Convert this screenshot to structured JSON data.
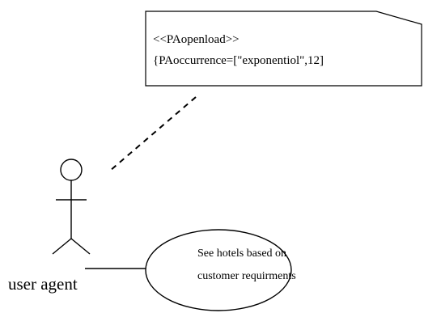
{
  "note": {
    "stereotype": "<<PAopenload>>",
    "tagged_value": "{PAoccurrence=[\"exponentiol\",12]"
  },
  "actor": {
    "label": "user agent"
  },
  "use_case": {
    "line1": "See hotels based on",
    "line2": "customer requirments"
  },
  "colors": {
    "stroke": "#000000",
    "background": "#ffffff"
  }
}
